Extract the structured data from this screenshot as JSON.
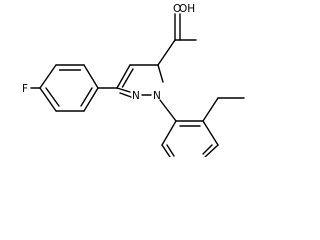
{
  "structure": {
    "atom_labels": {
      "fluorine": "F",
      "carboxyl_oxygen": "O",
      "hydroxyl": "OH",
      "pyrazole_n1": "N",
      "pyrazole_n2": "N"
    }
  }
}
